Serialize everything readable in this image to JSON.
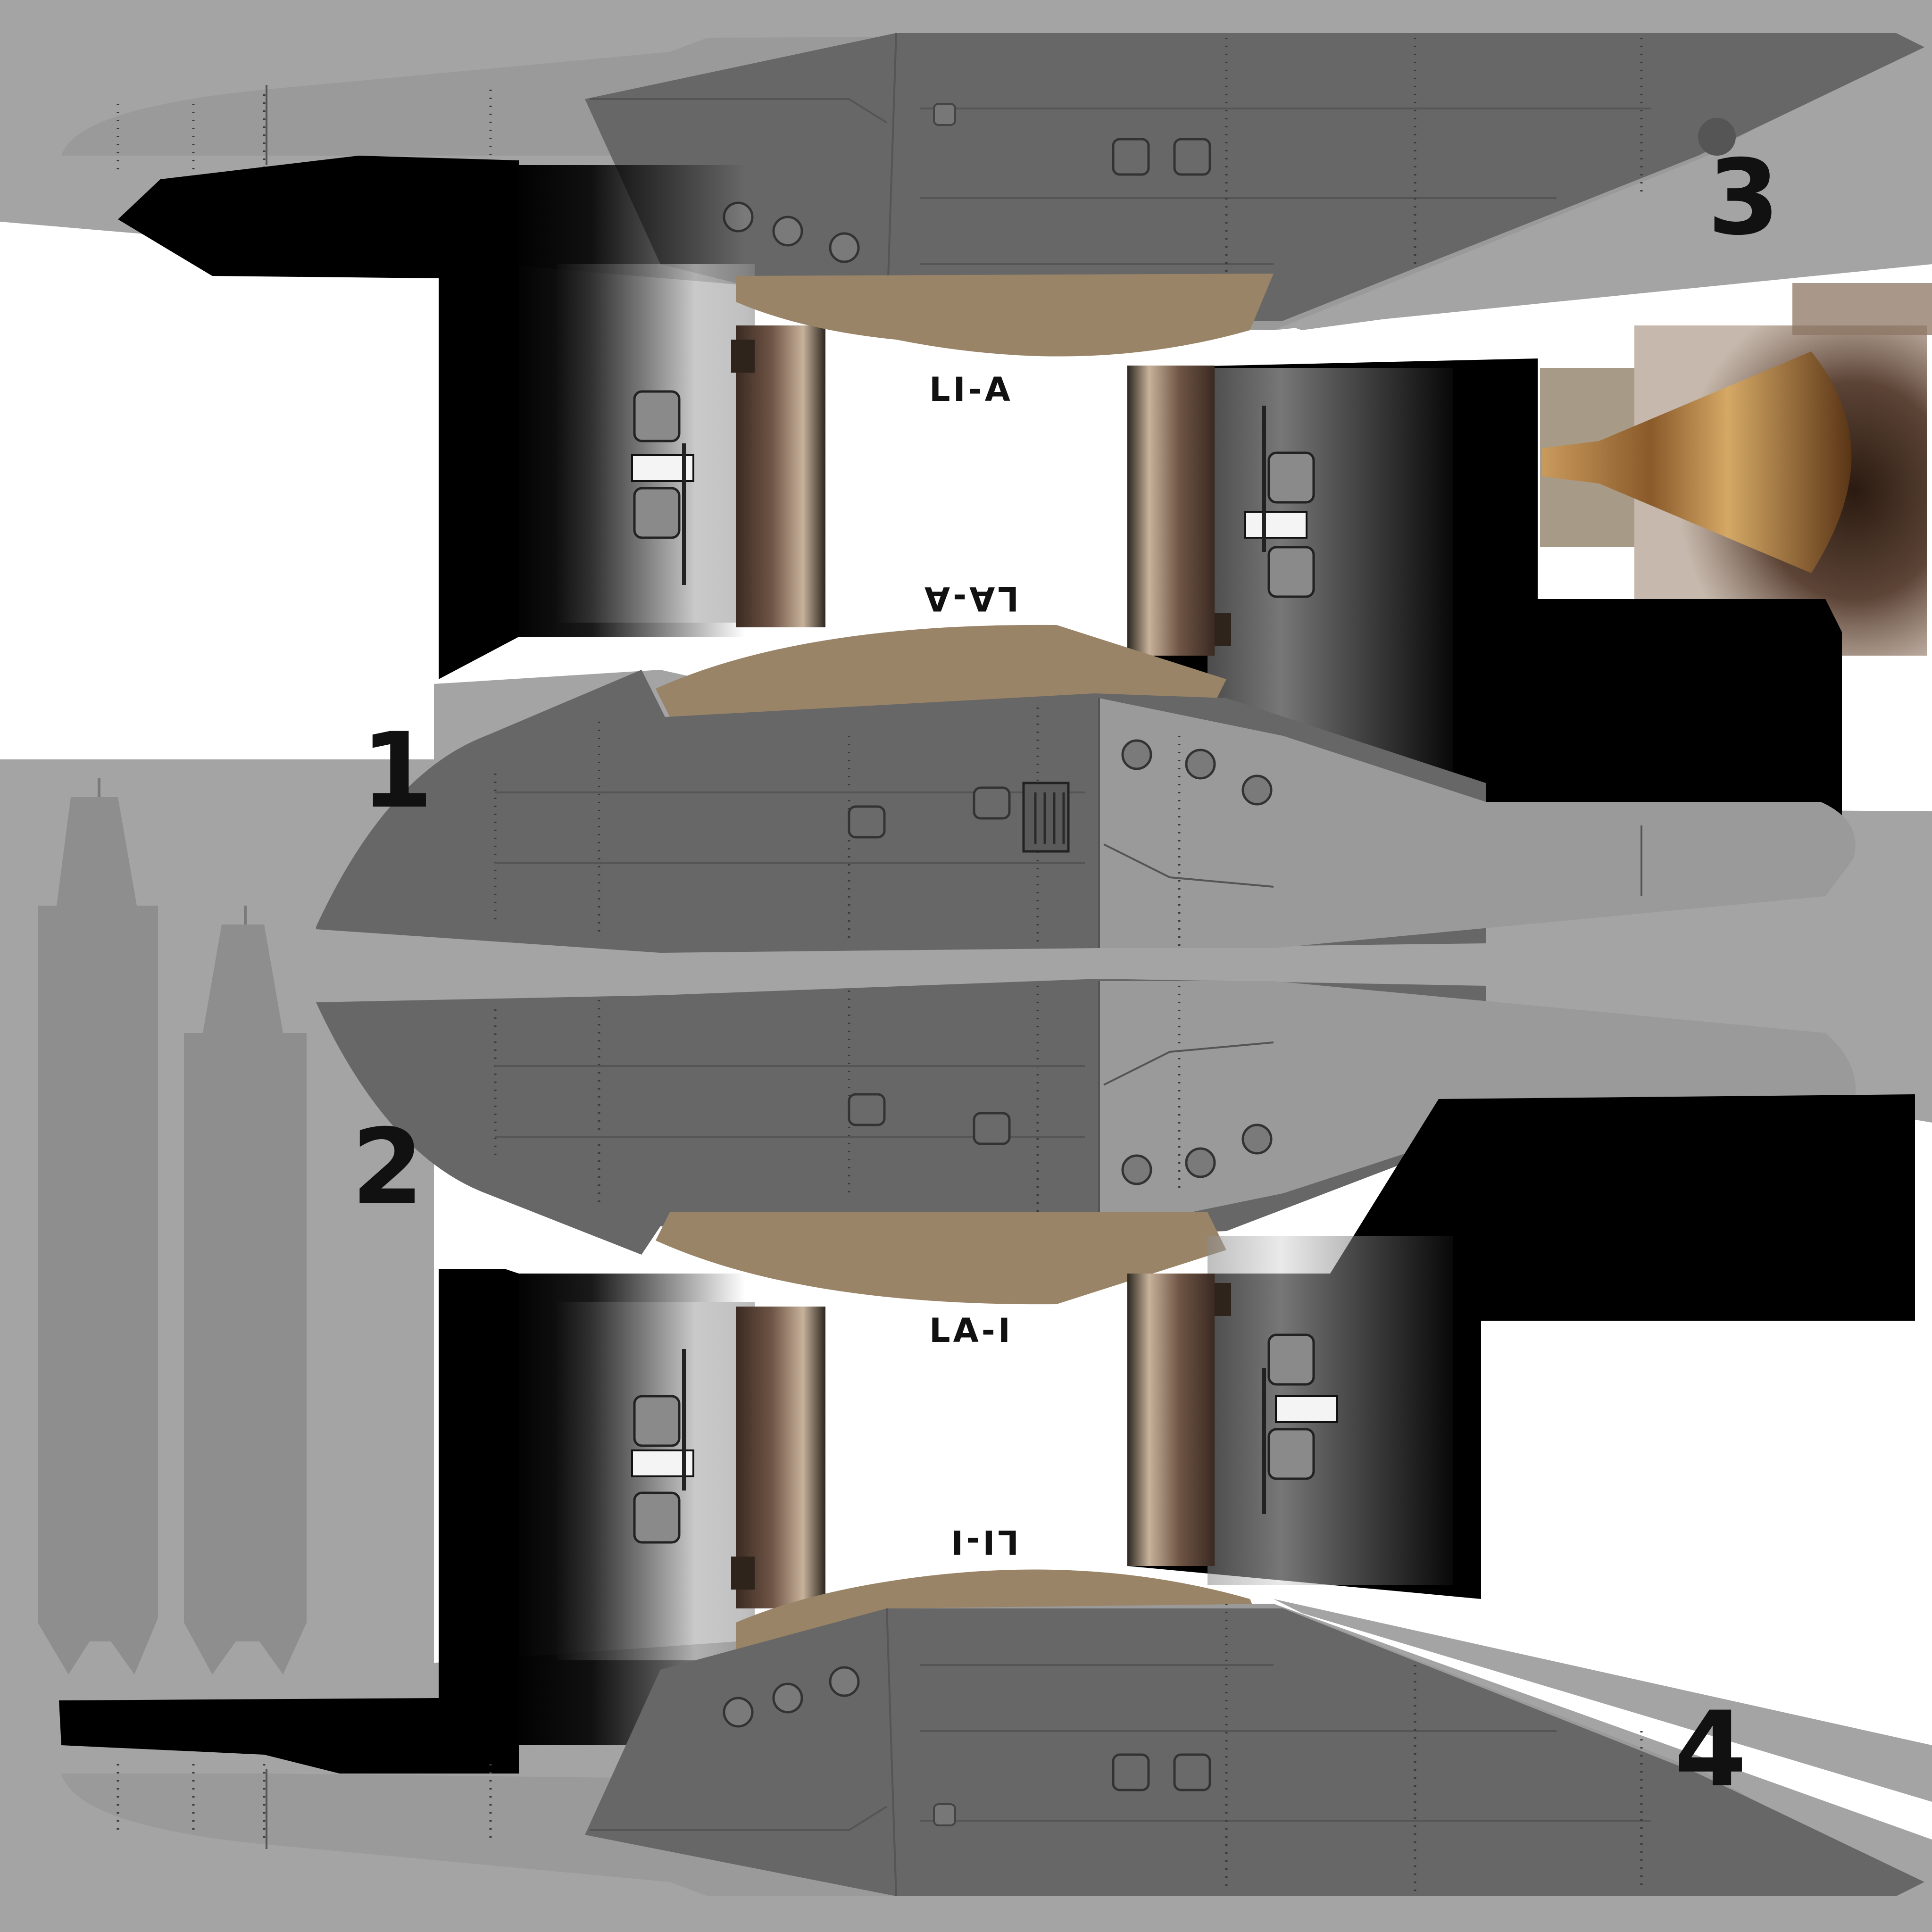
{
  "sheet": {
    "background": "#ffffff",
    "base_gray": "#a3a3a3",
    "panel_gray": "#676767",
    "dark_gray": "#555555",
    "exhaust_black": "#000000",
    "heat_brown": "#6b5040",
    "bronze": "#b07a3c"
  },
  "part_numbers": {
    "one": "1",
    "two": "2",
    "three": "3",
    "four": "4"
  },
  "labels": {
    "li_a": "LI-A",
    "la_a": "LA-A",
    "la_i": "LA-I",
    "li_i": "LI-I"
  }
}
